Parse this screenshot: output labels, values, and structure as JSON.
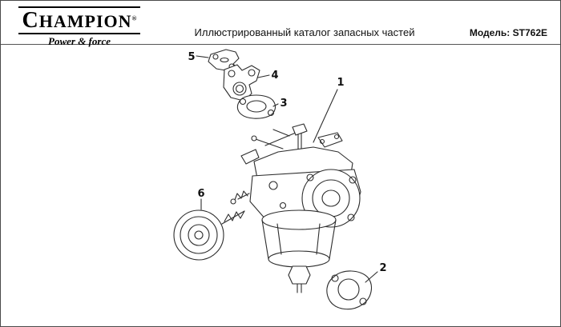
{
  "header": {
    "brand": "CHAMPION",
    "brand_mark": "®",
    "tagline": "Power & force",
    "title": "Иллюстрированный каталог запасных частей",
    "model": "Модель: ST762E"
  },
  "diagram": {
    "callouts": [
      {
        "number": "1"
      },
      {
        "number": "2"
      },
      {
        "number": "3"
      },
      {
        "number": "4"
      },
      {
        "number": "5"
      },
      {
        "number": "6"
      }
    ]
  }
}
